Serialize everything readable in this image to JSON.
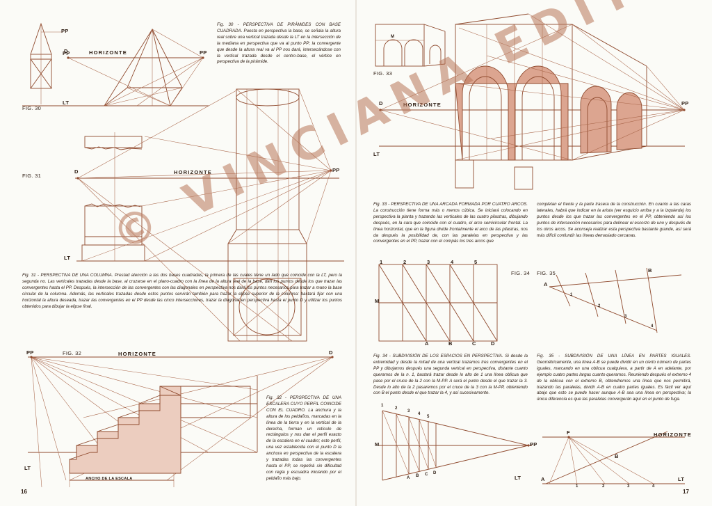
{
  "page_numbers": {
    "left": "16",
    "right": "17"
  },
  "watermark": "© VINCIANA EDITORE S.A.S.",
  "labels": {
    "pp": "PP",
    "d": "D",
    "lt": "LT",
    "horizonte": "HORIZONTE",
    "m": "M",
    "f": "F",
    "fig30": "FIG. 30",
    "fig31": "FIG. 31",
    "fig32": "FIG. 32",
    "fig33": "FIG. 33",
    "fig34": "FIG. 34",
    "fig35": "FIG. 35",
    "ancho": "ANCHO DE LA ESCALA",
    "fig34_cols": [
      "1",
      "2",
      "3",
      "4",
      "5"
    ],
    "fig34_bottom": [
      "A",
      "B",
      "C",
      "D"
    ],
    "fig35_a": "A",
    "fig35_b": "B",
    "fig35_nums": [
      "1",
      "2",
      "3",
      "4"
    ]
  },
  "captions": {
    "fig30": "Fig. 30 - PERSPECTIVA DE PIRÁMIDES CON BASE CUADRADA. Puesta en perspectiva la base, se señala la altura real sobre una vertical trazada desde la LT en la intersección de la mediana en perspectiva que va al punto PP; la convergente que desde la altura real va al PP nos dará, intersecándose con la vertical trazada desde el centro-base, el vértice en perspectiva de la pirámide.",
    "fig31": "Fig. 31 - PERSPECTIVA DE UNA COLUMNA. Prestad atención a las dos bases cuadradas, la primera de las cuales tiene un lado que coincide con la LT, pero la segunda no. Las verticales trazadas desde la base, al cruzarse en el plano-cuadro con la línea de la altura real de la base, dan los puntos desde los que trazar las convergentes hasta el PP. Después, la intersección de las convergentes con las diagonales en perspectiva nos dará los puntos necesarios para trazar a mano la base circular de la columna. Además, las verticales trazadas desde estos puntos servirán también para trazar la elipse superior de la columna: bastará fijar con una horizontal la altura deseada, trazar las convergentes en el PP desde las cinco intersecciones, trazar la diagonal en perspectiva hasta el punto D y utilizar los puntos obtenidos para dibujar la elipse final.",
    "fig32": "Fig. 32 - PERSPECTIVA DE UNA ESCALERA CUYO PERFIL COINCIDE CON EL CUADRO. La anchura y la altura de los peldaños, marcadas en la línea de la tierra y en la vertical de la derecha, forman un retículo de rectángulos y nos dan el perfil exacto de la escalera en el cuadro; este perfil, una vez establecida con el punto D la anchura en perspectiva de la escalera y trazadas todas las convergentes hasta el PP, se repetirá sin dificultad con regla y escuadra iniciando por el peldaño más bajo.",
    "fig33_a": "Fig. 33 - PERSPECTIVA DE UNA ARCADA FORMADA POR CUATRO ARCOS. La construcción tiene forma más o menos cúbica. Se iniciará colocando en perspectiva la planta y trazando las verticales de las cuatro pilastras, dibujando después, en la cara que coincide con el cuadro, el arco semicircular frontal. La línea horizontal, que en la figura divide frontalmente el arco de las pilastras, nos da después la posibilidad de, con las paralelas en perspectiva y las convergentes en el PP, trazar con el compás los tres arcos que",
    "fig33_b": "completan el frente y la parte trasera de la construcción. En cuanto a las caras laterales, habrá que indicar en la arista (ver esquicio arriba y a la izquierda) los puntos desde los que trazar las convergentes en el PP, obteniendo así los puntos de intersección necesarios para delinear el escorzo de uno y después de los otros arcos. Se aconseja realizar esta perspectiva bastante grande, así será más difícil confundir las líneas demasiado cercanas.",
    "fig34": "Fig. 34 - SUBDIVISIÓN DE LOS ESPACIOS EN PERSPECTIVA. Si desde la extremidad y desde la mitad de una vertical trazamos tres convergentes en el PP y dibujamos después una segunda vertical en perspectiva, distante cuanto queramos de la n. 1, bastará trazar desde lo alto de 1 una línea oblicua que pase por el cruce de la 2 con la M-PP. A será el punto desde el que trazar la 3. Desde lo alto de la 2 pasaremos por el cruce de la 3 con la M-PP, obteniendo con B el punto desde el que trazar la 4, y así sucesivamente.",
    "fig35": "Fig. 35 - SUBDIVISIÓN DE UNA LÍNEA EN PARTES IGUALES. Geométricamente, una línea A-B se puede dividir en un cierto número de partes iguales, marcando en una oblicua cualquiera, a partir de A en adelante, por ejemplo cuatro partes largas cuanto queramos. Reuniendo después el extremo 4 de la oblicua con el extremo B, obtendremos una línea que nos permitirá, trazando las paralelas, dividir A-B en cuatro partes iguales. Es fácil ver aquí abajo que esto se puede hacer aunque A-B sea una línea en perspectiva; la única diferencia es que las paralelas convergerán aquí en el punto de fuga."
  },
  "colors": {
    "ink": "#8f4a2e",
    "fill": "#dca590",
    "watermark": "#b9775a",
    "paper": "#fbfbf7"
  }
}
